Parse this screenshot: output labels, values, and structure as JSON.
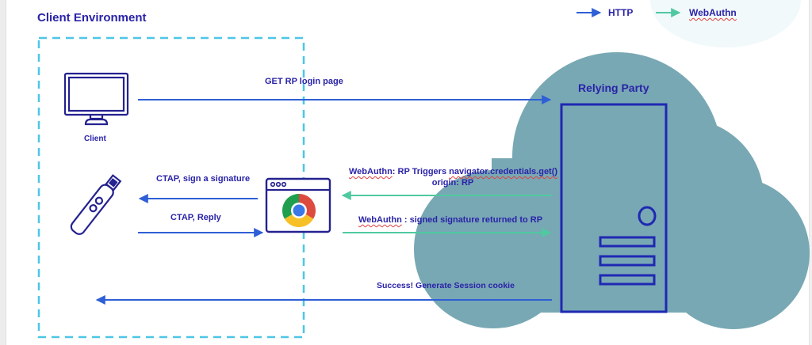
{
  "title": "Client Environment",
  "legend": [
    {
      "label": "HTTP",
      "color": "#2f5fd6"
    },
    {
      "label": "WebAuthn",
      "color": "#4fc9a0"
    }
  ],
  "colors": {
    "http": "#2f5fd6",
    "webauthn": "#4fc9a0",
    "label_text": "#2a23a8",
    "dashed_border": "#4cc6e6",
    "cloud": "#78a8b4",
    "icon_stroke": "#24228f"
  },
  "nodes": {
    "client": "Client",
    "relying_party": "Relying Party"
  },
  "arrows": [
    {
      "label": "GET RP login page",
      "protocol": "HTTP",
      "direction": "right"
    },
    {
      "label": "CTAP, sign a signature",
      "protocol": "HTTP",
      "direction": "left"
    },
    {
      "label": "CTAP, Reply",
      "protocol": "HTTP",
      "direction": "right"
    },
    {
      "label_prefix": "WebAuthn",
      "label_middle": ": RP Triggers ",
      "label_code": "navigator.credentials.get()",
      "label_line2": "origin: RP",
      "protocol": "WebAuthn",
      "direction": "left"
    },
    {
      "label_prefix": "WebAuthn",
      "label_rest": " : signed signature returned to RP",
      "protocol": "WebAuthn",
      "direction": "right"
    },
    {
      "label": "Success! Generate Session cookie",
      "protocol": "HTTP",
      "direction": "left"
    }
  ],
  "icons": {
    "monitor": "monitor-icon",
    "security_key": "usb-security-key-icon",
    "browser": "chrome-browser-icon",
    "server": "server-tower-icon",
    "cloud": "cloud-icon"
  }
}
